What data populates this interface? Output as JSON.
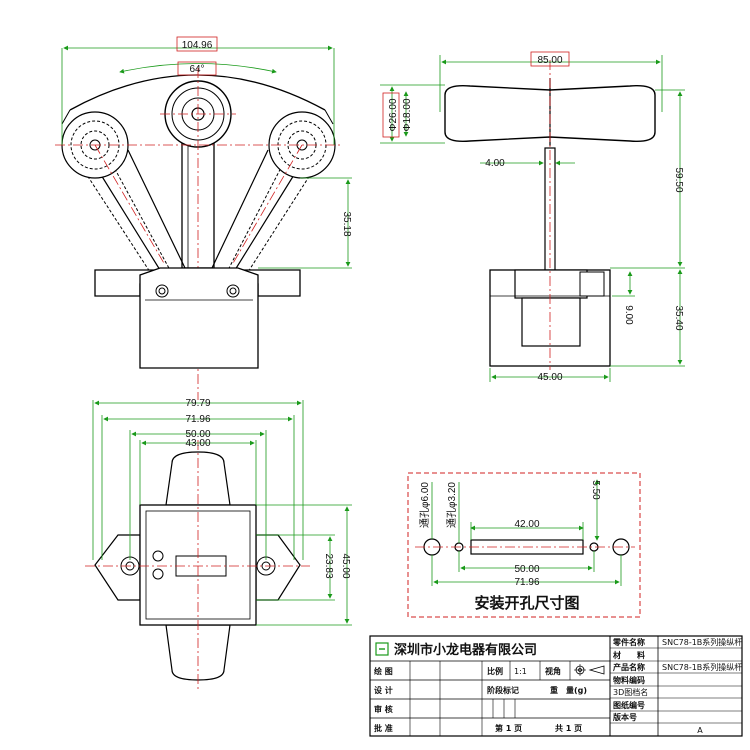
{
  "front_view": {
    "dim_width": "104.96",
    "dim_angle": "64°",
    "dim_height": "35.18"
  },
  "side_view": {
    "dim_width": "85.00",
    "dim_d26": "Φ26.00",
    "dim_d18": "Φ18.00",
    "dim_shaft": "4.00",
    "dim_upper": "59.50",
    "dim_lower": "35.40",
    "dim_small": "9.00",
    "dim_base": "45.00"
  },
  "bottom_view": {
    "dim_a": "79.79",
    "dim_b": "71.96",
    "dim_c": "50.00",
    "dim_d": "43.00",
    "dim_e": "23.83",
    "dim_f": "45.00"
  },
  "mounting": {
    "dim_hole_large": "通孔φ6.00",
    "dim_hole_small": "通孔φ3.20",
    "dim_height": "5.50",
    "dim_slot": "42.00",
    "dim_inner": "50.00",
    "dim_outer": "71.96",
    "caption": "安装开孔尺寸图"
  },
  "title_block": {
    "company": "深圳市小龙电器有限公司",
    "part_name_label": "零件名称",
    "part_name": "SNC78-1B系列操纵杆",
    "material_label": "材　　料",
    "product_name_label": "产品名称",
    "product_name": "SNC78-1B系列操纵杆",
    "material_code_label": "物料编码",
    "file_name_label": "3D图档名",
    "drawing_no_label": "图纸编号",
    "version_label": "版本号",
    "version": "A",
    "draw_label": "绘 图",
    "design_label": "设 计",
    "review_label": "审 核",
    "approve_label": "批 准",
    "scale_label": "比例",
    "scale": "1:1",
    "view_label": "视角",
    "stage_label": "阶段标记",
    "weight_label": "重　量(g)",
    "sheet_label": "第 1 页",
    "total_label": "共 1 页"
  }
}
